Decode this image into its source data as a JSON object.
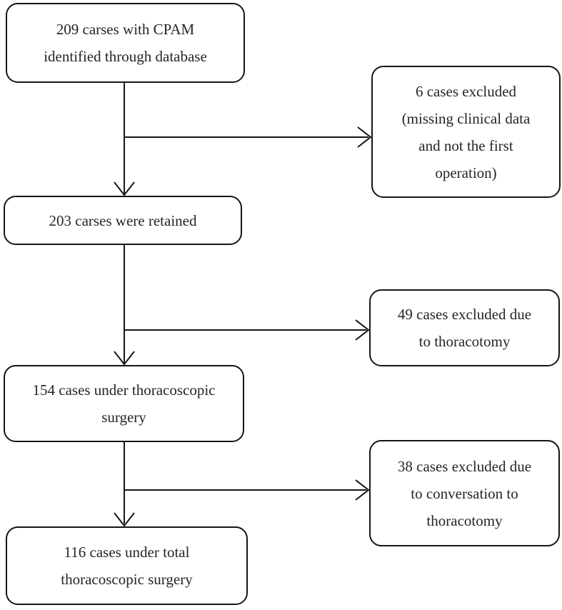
{
  "diagram": {
    "type": "flowchart",
    "colors": {
      "border": "#161616",
      "text": "#262626",
      "background": "#ffffff"
    },
    "boxes": {
      "b209": {
        "lines": [
          "209 carses with CPAM",
          "identified through database"
        ]
      },
      "b6": {
        "lines": [
          "6 cases excluded",
          "(missing clinical data",
          "and not the first",
          "operation)"
        ]
      },
      "b203": {
        "lines": [
          "203 carses were retained"
        ]
      },
      "b49": {
        "lines": [
          "49 cases excluded due",
          "to thoracotomy"
        ]
      },
      "b154": {
        "lines": [
          "154 cases under thoracoscopic",
          "surgery"
        ]
      },
      "b38": {
        "lines": [
          "38 cases excluded due",
          "to conversation to",
          "thoracotomy"
        ]
      },
      "b116": {
        "lines": [
          "116 cases under total",
          "thoracoscopic surgery"
        ]
      }
    },
    "edges": [
      {
        "from": "b209",
        "to": "b203"
      },
      {
        "from": "b209",
        "to": "b6"
      },
      {
        "from": "b203",
        "to": "b154"
      },
      {
        "from": "b203",
        "to": "b49"
      },
      {
        "from": "b154",
        "to": "b116"
      },
      {
        "from": "b154",
        "to": "b38"
      }
    ]
  }
}
